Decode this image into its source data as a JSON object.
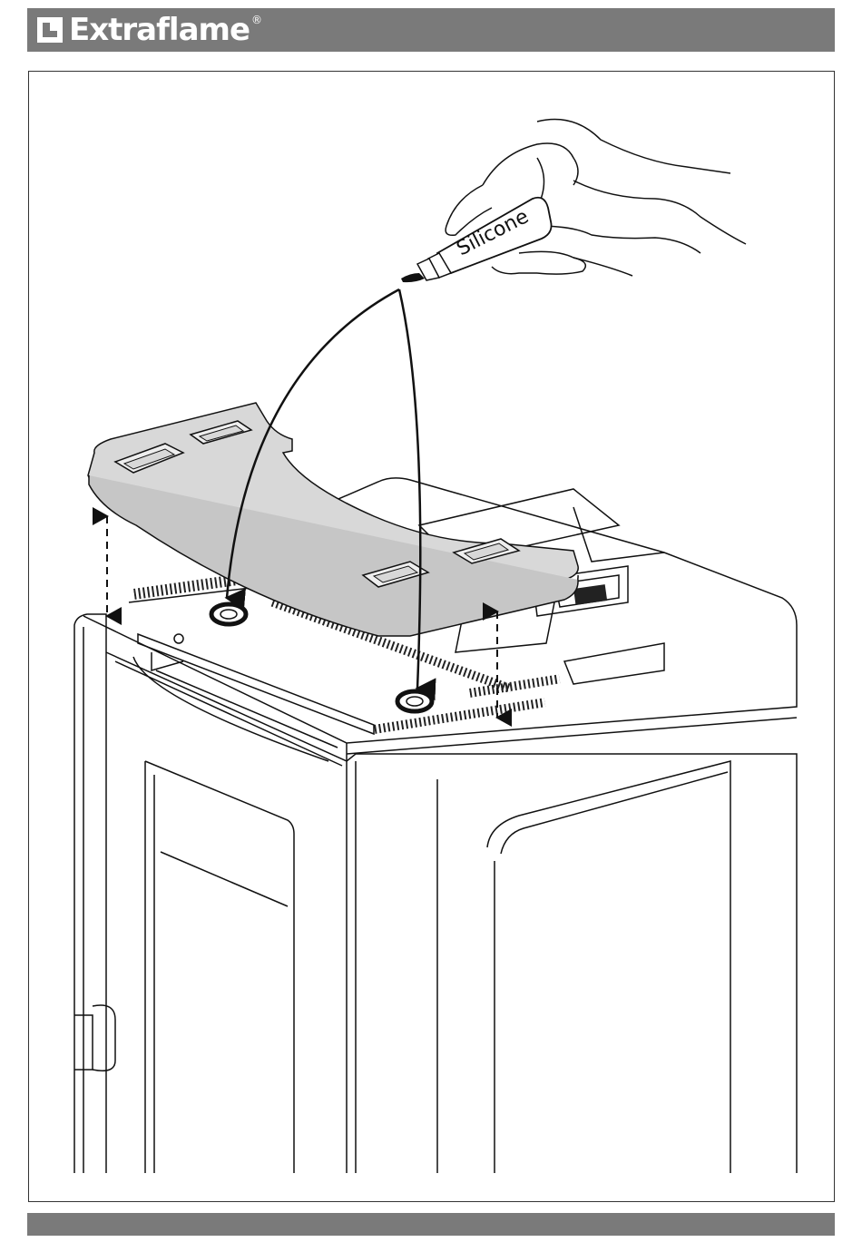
{
  "header": {
    "brand": "Extraflame",
    "registered_mark": "®",
    "color": "#7a7a7a"
  },
  "illustration": {
    "tube_label": "Silicone",
    "icons": [
      "hand-icon",
      "silicone-tube-icon",
      "top-cover-panel",
      "seal-gasket-icon",
      "stove-body"
    ]
  },
  "footer": {
    "color": "#7a7a7a"
  }
}
